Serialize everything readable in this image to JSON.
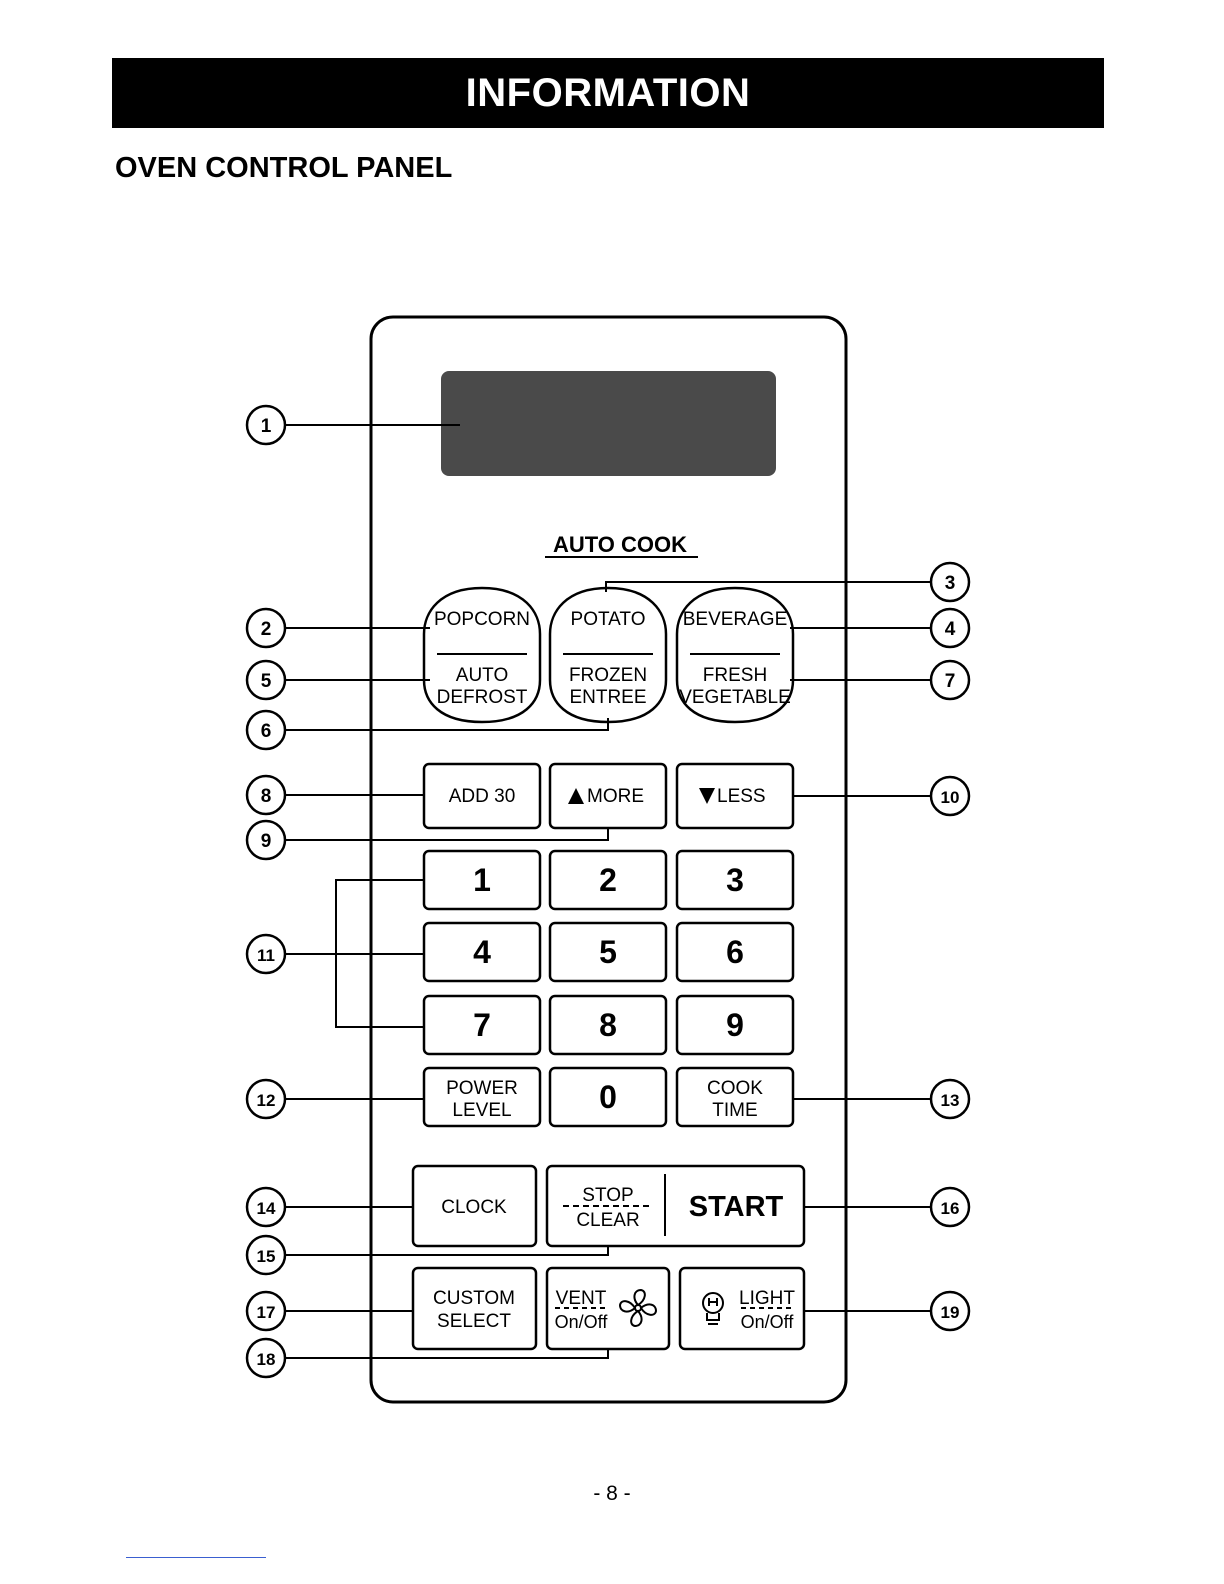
{
  "header": {
    "title": "INFORMATION"
  },
  "section": {
    "title": "OVEN CONTROL PANEL"
  },
  "panel": {
    "auto_cook_label": "AUTO COOK",
    "auto_cook": [
      {
        "top": "POPCORN",
        "bottom": [
          "AUTO",
          "DEFROST"
        ]
      },
      {
        "top": "POTATO",
        "bottom": [
          "FROZEN",
          "ENTREE"
        ]
      },
      {
        "top": "BEVERAGE",
        "bottom": [
          "FRESH",
          "VEGETABLE"
        ]
      }
    ],
    "adjust": {
      "add30": "ADD 30",
      "more": "MORE",
      "less": "LESS"
    },
    "digits": [
      "1",
      "2",
      "3",
      "4",
      "5",
      "6",
      "7",
      "8",
      "9"
    ],
    "power_level": [
      "POWER",
      "LEVEL"
    ],
    "zero": "0",
    "cook_time": [
      "COOK",
      "TIME"
    ],
    "clock": "CLOCK",
    "stop": "STOP",
    "clear": "CLEAR",
    "start": "START",
    "custom_select": [
      "CUSTOM",
      "SELECT"
    ],
    "vent": "VENT",
    "vent_onoff": "On/Off",
    "light": "LIGHT",
    "light_onoff": "On/Off"
  },
  "callouts": [
    "1",
    "2",
    "3",
    "4",
    "5",
    "6",
    "7",
    "8",
    "9",
    "10",
    "11",
    "12",
    "13",
    "14",
    "15",
    "16",
    "17",
    "18",
    "19"
  ],
  "footer": {
    "page": "- 8 -"
  }
}
